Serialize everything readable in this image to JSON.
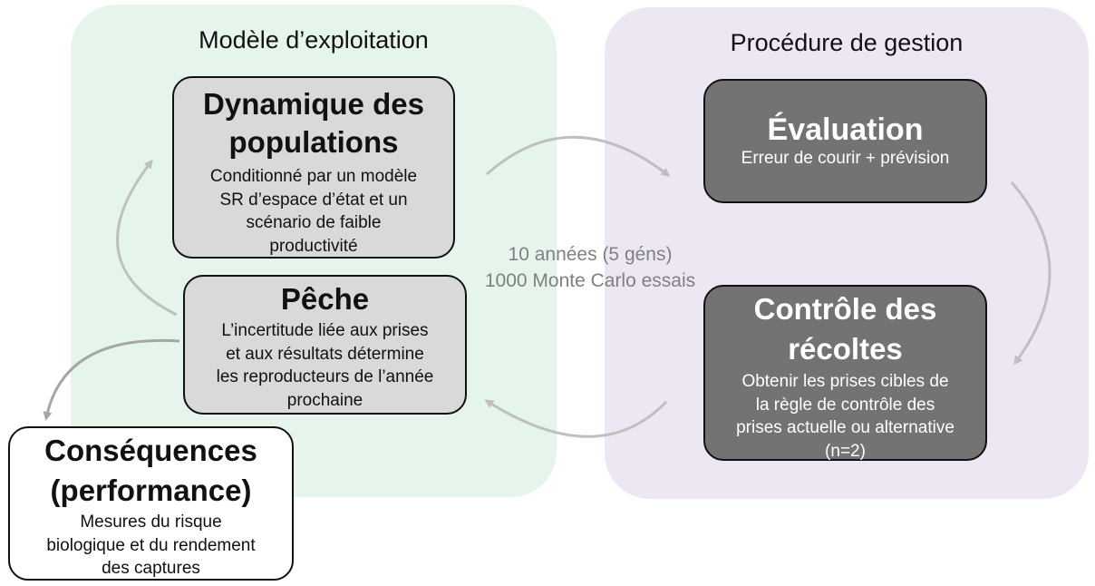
{
  "regions": {
    "operating_model": {
      "title": "Modèle d’exploitation",
      "color": "#e6f5ec"
    },
    "management_procedure": {
      "title": "Procédure de gestion",
      "color": "#ede7f3"
    }
  },
  "boxes": {
    "population": {
      "title": "Dynamique des\npopulations",
      "description": "Conditionné par un modèle\nSR d’espace d’état et un\nscénario de faible\nproductivité"
    },
    "fishery": {
      "title": "Pêche",
      "description": "L’incertitude liée aux prises\net aux résultats détermine\nles reproducteurs de l’année\nprochaine"
    },
    "evaluation": {
      "title": "Évaluation",
      "description": "Erreur de courir + prévision"
    },
    "harvest": {
      "title": "Contrôle des\nrécoltes",
      "description": "Obtenir les prises cibles de\nla règle de contrôle des\nprises actuelle ou alternative\n(n=2)"
    },
    "consequences": {
      "title": "Conséquences\n(performance)",
      "description": "Mesures du risque\nbiologique et du rendement\ndes captures"
    }
  },
  "simulation": {
    "years": "10 années (5 géns)",
    "trials": "1000 Monte Carlo essais"
  },
  "colors": {
    "arrow": "#bfbfbf",
    "dark_box": "#737373",
    "light_box": "#d9d9d9",
    "label_gray": "#808080"
  }
}
